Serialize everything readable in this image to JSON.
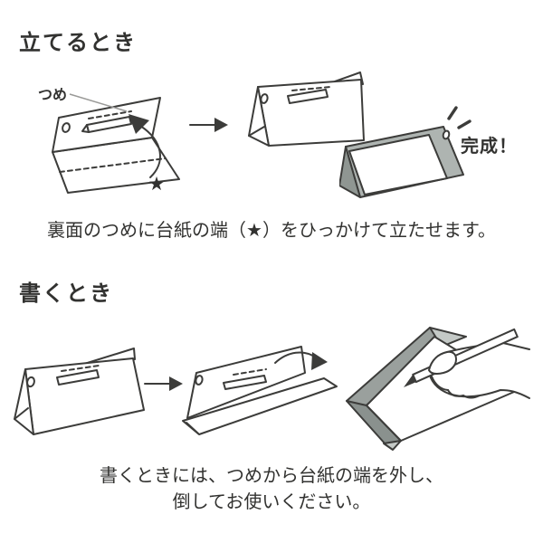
{
  "colors": {
    "line": "#3c3c3a",
    "text": "#323230",
    "board_gray": "#aeb4b1",
    "board_side_gray": "#8f9692",
    "board_band_gray": "#9aa09d",
    "board_dark_gray": "#8a918e",
    "board_light_gray": "#c4c9c6",
    "leader_line": "#9a9a98",
    "background": "#ffffff"
  },
  "icons": {
    "arrow_right": "right-arrow",
    "hook_arrow": "curved-arrow-up",
    "flip_arrow": "curved-arrow-over-top",
    "sparkle": "emphasis-strokes",
    "hole": "hanging-hole",
    "claw": "tsume-tab"
  },
  "section_stand": {
    "heading": "立てるとき",
    "tsume_label": "つめ",
    "star": "★",
    "done_label": "完成！",
    "caption": "裏面のつめに台紙の端（★）をひっかけて立たせます。"
  },
  "section_write": {
    "heading": "書くとき",
    "caption_line1": "書くときには、つめから台紙の端を外し、",
    "caption_line2": "倒してお使いください。"
  }
}
